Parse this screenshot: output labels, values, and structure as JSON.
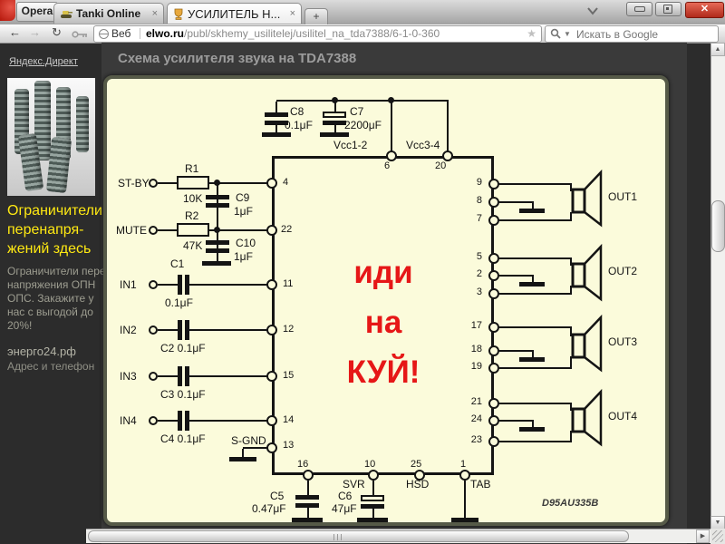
{
  "browser": {
    "opera_menu": "Opera",
    "tabs": [
      {
        "title": "Tanki Online"
      },
      {
        "title": "УСИЛИТЕЛЬ Н..."
      }
    ],
    "new_tab_label": "+",
    "tab_close_glyph": "×",
    "nav": {
      "back": "←",
      "forward": "→",
      "reload": "↻"
    },
    "address": {
      "badge": "Веб",
      "domain": "elwo.ru",
      "path": "/publ/skhemy_usilitelej/usilitel_na_tda7388/6-1-0-360",
      "bookmark_star": "★"
    },
    "search": {
      "placeholder": "Искать в Google"
    },
    "window": {
      "close_glyph": "✕"
    },
    "scroll": {
      "up": "▲",
      "down": "▼",
      "right": "▶"
    }
  },
  "sidebar": {
    "ad_network": "Яндекс.Директ",
    "ad_title_lines": [
      "Ограничители",
      "перенапря-",
      "жений здесь"
    ],
    "ad_body_lines": [
      "Ограничители пере",
      "напряжения ОПН",
      "ОПС. Закажите у",
      "нас с выгодой до",
      "20%!"
    ],
    "ad_domain": "энерго24.рф",
    "ad_contact": "Адрес и телефон"
  },
  "page": {
    "title": "Схема усилителя звука на TDA7388"
  },
  "schematic": {
    "chip": "TDA7388",
    "part_number": "D95AU335B",
    "overlay": [
      "иди",
      "на",
      "КУЙ!"
    ],
    "components": {
      "c8": {
        "name": "C8",
        "value": "0.1μF"
      },
      "c7": {
        "name": "C7",
        "value": "2200μF"
      },
      "c9": {
        "name": "C9",
        "value": "1μF"
      },
      "c10": {
        "name": "C10",
        "value": "1μF"
      },
      "c1": {
        "name": "C1",
        "value": "0.1μF"
      },
      "c2": {
        "label": "C2 0.1μF"
      },
      "c3": {
        "label": "C3 0.1μF"
      },
      "c4": {
        "label": "C4 0.1μF"
      },
      "c5": {
        "name": "C5",
        "value": "0.47μF"
      },
      "c6": {
        "name": "C6",
        "value": "47μF"
      },
      "r1": {
        "name": "R1",
        "value": "10K"
      },
      "r2": {
        "name": "R2",
        "value": "47K"
      }
    },
    "signals": {
      "stby": "ST-BY",
      "mute": "MUTE",
      "in1": "IN1",
      "in2": "IN2",
      "in3": "IN3",
      "in4": "IN4",
      "sgnd": "S-GND",
      "svr": "SVR",
      "hsd": "HSD",
      "tab": "TAB",
      "vcc12": "Vcc1-2",
      "vcc34": "Vcc3-4",
      "out1": "OUT1",
      "out2": "OUT2",
      "out3": "OUT3",
      "out4": "OUT4"
    },
    "pins": {
      "p1": "1",
      "p2": "2",
      "p3": "3",
      "p4": "4",
      "p5": "5",
      "p6": "6",
      "p7": "7",
      "p8": "8",
      "p9": "9",
      "p10": "10",
      "p11": "11",
      "p12": "12",
      "p13": "13",
      "p14": "14",
      "p15": "15",
      "p16": "16",
      "p17": "17",
      "p18": "18",
      "p19": "19",
      "p20": "20",
      "p21": "21",
      "p22": "22",
      "p23": "23",
      "p24": "24",
      "p25": "25"
    }
  },
  "colors": {
    "overlay_red": "#e61717",
    "schematic_bg": "#fbfbdb",
    "page_bg": "#2c2c2c",
    "ad_link_yellow": "#ffe912",
    "close_button_red": "#b02a1b"
  }
}
